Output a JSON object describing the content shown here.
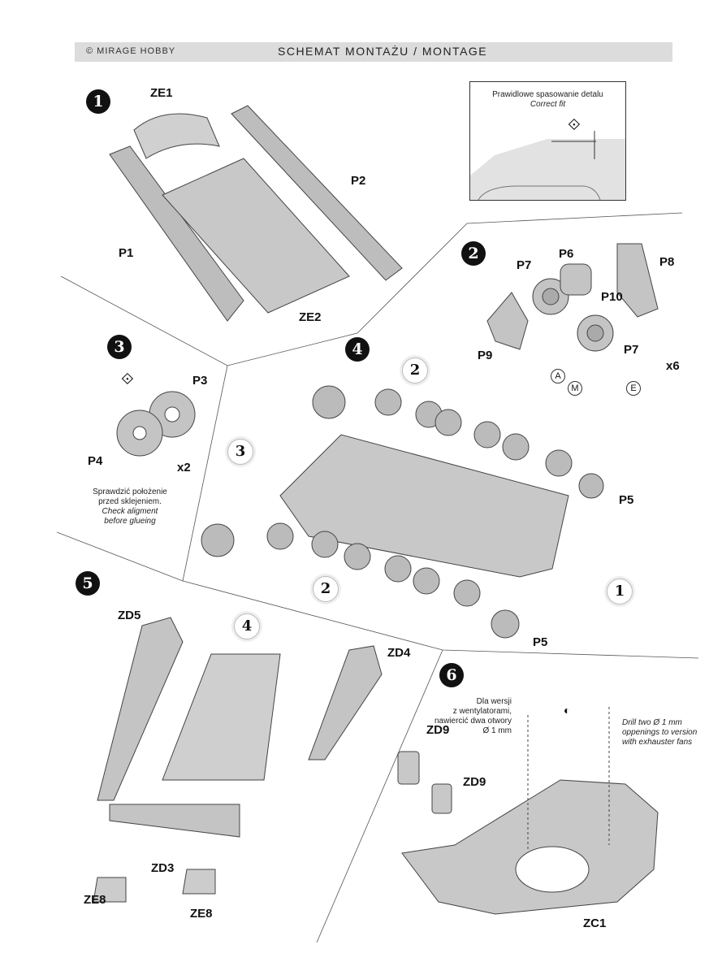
{
  "header": {
    "brand": "© MIRAGE HOBBY",
    "title": "SCHEMAT MONTAŻU / MONTAGE"
  },
  "steps": [
    "1",
    "2",
    "3",
    "4",
    "5",
    "6"
  ],
  "callouts": {
    "step4_sub2_top": "2",
    "step4_sub3": "3",
    "step4_sub2_bottom": "2",
    "step4_sub1": "1",
    "step5_sub4": "4"
  },
  "fit_box": {
    "title_pl": "Prawidlowe spasowanie detalu",
    "title_en": "Correct fit"
  },
  "step1": {
    "parts": [
      "ZE1",
      "P2",
      "P1",
      "ZE2"
    ]
  },
  "step2": {
    "parts": [
      "P6",
      "P7",
      "P8",
      "P10",
      "P9",
      "P7"
    ],
    "qty": "x6",
    "markers": [
      "A",
      "M",
      "E"
    ]
  },
  "step3": {
    "parts": [
      "P3",
      "P4"
    ],
    "qty": "x2",
    "note_pl_1": "Sprawdzić położenie",
    "note_pl_2": "przed sklejeniem.",
    "note_en_1": "Check aligment",
    "note_en_2": "before glueing"
  },
  "step4": {
    "parts": [
      "P5",
      "P5"
    ]
  },
  "step5": {
    "parts": [
      "ZD5",
      "ZD4",
      "ZD3",
      "ZE8",
      "ZE8"
    ]
  },
  "step6": {
    "parts": [
      "ZD9",
      "ZD9",
      "ZC1"
    ],
    "note_pl_1": "Dla wersji",
    "note_pl_2": "z wentylatorami,",
    "note_pl_3": "nawiercić dwa otwory",
    "note_pl_4": "Ø 1 mm",
    "note_en_1": "Drill two Ø 1 mm",
    "note_en_2": "oppenings to version",
    "note_en_3": "with exhauster fans"
  }
}
